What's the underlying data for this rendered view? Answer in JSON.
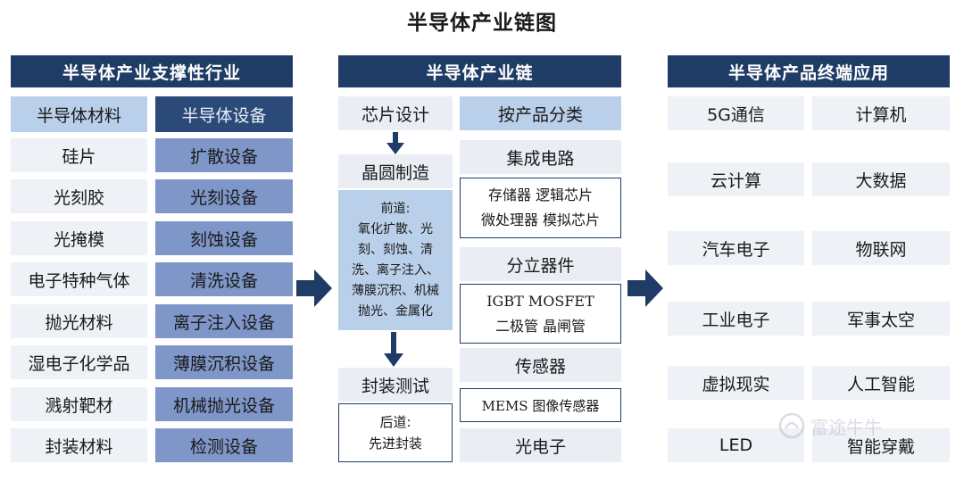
{
  "title": "半导体产业链图",
  "left": {
    "header": "半导体产业支撑性行业",
    "materials": {
      "heading": "半导体材料",
      "items": [
        "硅片",
        "光刻胶",
        "光掩模",
        "电子特种气体",
        "抛光材料",
        "湿电子化学品",
        "溅射靶材",
        "封装材料"
      ]
    },
    "equipment": {
      "heading": "半导体设备",
      "items": [
        "扩散设备",
        "光刻设备",
        "刻蚀设备",
        "清洗设备",
        "离子注入设备",
        "薄膜沉积设备",
        "机械抛光设备",
        "检测设备"
      ]
    }
  },
  "middle": {
    "header": "半导体产业链",
    "process": {
      "chip_design": "芯片设计",
      "wafer_fab": "晶圆制造",
      "frontend": [
        "前道:",
        "氧化扩散、光",
        "刻、刻蚀、清",
        "洗、离子注入、",
        "薄膜沉积、机械",
        "抛光、金属化"
      ],
      "packaging": "封装测试",
      "backend": [
        "后道:",
        "先进封装"
      ]
    },
    "products": {
      "heading": "按产品分类",
      "ic": "集成电路",
      "ic_types": [
        "存储器 逻辑芯片",
        "微处理器 模拟芯片"
      ],
      "discrete": "分立器件",
      "discrete_types": [
        "IGBT MOSFET",
        "二极管 晶闸管"
      ],
      "sensor": "传感器",
      "sensor_types": "MEMS 图像传感器",
      "optoelectronics": "光电子"
    }
  },
  "right": {
    "header": "半导体产品终端应用",
    "rows": [
      [
        "5G通信",
        "计算机"
      ],
      [
        "云计算",
        "大数据"
      ],
      [
        "汽车电子",
        "物联网"
      ],
      [
        "工业电子",
        "军事太空"
      ],
      [
        "虚拟现实",
        "人工智能"
      ],
      [
        "LED",
        "智能穿戴"
      ]
    ]
  },
  "watermark": "富途牛牛",
  "colors": {
    "header": "#1f3c66",
    "arrow": "#1f3c66",
    "material_cell": "#eef1f6",
    "equipment_cell": "#7e96c8",
    "equipment_heading": "#1f3c66",
    "material_heading": "#b9cfea"
  }
}
